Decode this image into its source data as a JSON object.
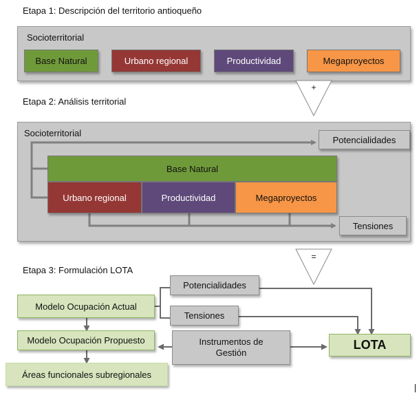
{
  "stages": {
    "stage1_title": "Etapa 1: Descripción del territorio antioqueño",
    "stage2_title": "Etapa 2: Análisis territorial",
    "stage3_title": "Etapa 3: Formulación LOTA"
  },
  "stage1": {
    "panel_label": "Socioterritorial",
    "boxes": [
      "Base Natural",
      "Urbano regional",
      "Productividad",
      "Megaproyectos"
    ]
  },
  "operators": {
    "plus": "+",
    "equals": "="
  },
  "stage2": {
    "panel_label": "Socioterritorial",
    "base_natural": "Base Natural",
    "urbano_regional": "Urbano regional",
    "productividad": "Productividad",
    "megaproyectos": "Megaproyectos",
    "potencialidades": "Potencialidades",
    "tensiones": "Tensiones"
  },
  "stage3": {
    "modelo_actual": "Modelo Ocupación Actual",
    "modelo_propuesto": "Modelo Ocupación Propuesto",
    "areas_funcionales": "Áreas funcionales subregionales",
    "potencialidades": "Potencialidades",
    "tensiones": "Tensiones",
    "instrumentos": "Instrumentos de Gestión",
    "lota": "LOTA"
  },
  "colors": {
    "base_natural": "#6f9a3a",
    "urbano_regional": "#953735",
    "productividad": "#5e497a",
    "megaproyectos": "#f79646",
    "panel": "#c8c8c8",
    "light_green": "#d7e4bd"
  }
}
